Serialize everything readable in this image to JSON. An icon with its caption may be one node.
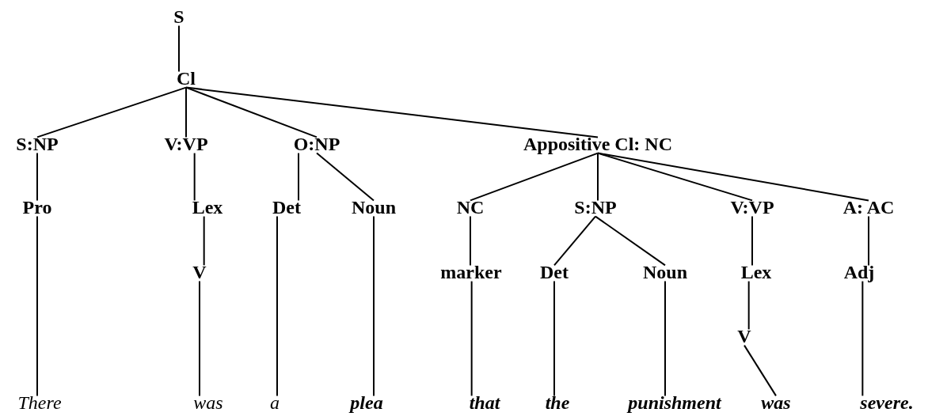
{
  "diagram": {
    "nodes": [
      {
        "text": [
          "S"
        ]
      },
      {
        "text": [
          "Cl"
        ]
      },
      {
        "text": [
          "S:NP"
        ]
      },
      {
        "text": [
          "V:VP"
        ]
      },
      {
        "text": [
          "O:NP"
        ]
      },
      {
        "text": [
          "Appositive Cl: NC"
        ]
      },
      {
        "text": [
          "Pro"
        ]
      },
      {
        "text": [
          "Lex"
        ]
      },
      {
        "text": [
          "Det"
        ]
      },
      {
        "text": [
          "Noun"
        ]
      },
      {
        "text": [
          "NC"
        ]
      },
      {
        "text": [
          "S:NP"
        ]
      },
      {
        "text": [
          "V:VP"
        ]
      },
      {
        "text": [
          "A: AC"
        ]
      },
      {
        "text": [
          "V"
        ]
      },
      {
        "text": [
          "marker"
        ]
      },
      {
        "text": [
          "Det"
        ]
      },
      {
        "text": [
          "Noun"
        ]
      },
      {
        "text": [
          "Lex"
        ]
      },
      {
        "text": [
          "Adj"
        ]
      },
      {
        "text": [
          "V"
        ]
      },
      {
        "text": [
          "There"
        ]
      },
      {
        "text": [
          "was"
        ]
      },
      {
        "text": [
          "a"
        ]
      },
      {
        "text": [
          "plea"
        ]
      },
      {
        "text": [
          "that"
        ]
      },
      {
        "text": [
          "the"
        ]
      },
      {
        "text": [
          "punishment"
        ]
      },
      {
        "text": [
          "was"
        ]
      },
      {
        "text": [
          "severe."
        ]
      }
    ],
    "edges": [
      {
        "from": 0,
        "to": 1,
        "arrow": "none"
      },
      {
        "from": 1,
        "to": 2,
        "arrow": "none"
      },
      {
        "from": 1,
        "to": 3,
        "arrow": "none"
      },
      {
        "from": 1,
        "to": 4,
        "arrow": "none"
      },
      {
        "from": 1,
        "to": 5,
        "arrow": "none"
      },
      {
        "from": 2,
        "to": 6,
        "arrow": "none"
      },
      {
        "from": 3,
        "to": 7,
        "arrow": "none"
      },
      {
        "from": 4,
        "to": 8,
        "arrow": "none"
      },
      {
        "from": 4,
        "to": 9,
        "arrow": "none"
      },
      {
        "from": 5,
        "to": 10,
        "arrow": "none"
      },
      {
        "from": 5,
        "to": 11,
        "arrow": "none"
      },
      {
        "from": 5,
        "to": 12,
        "arrow": "none"
      },
      {
        "from": 5,
        "to": 13,
        "arrow": "none"
      },
      {
        "from": 7,
        "to": 14,
        "arrow": "none"
      },
      {
        "from": 10,
        "to": 15,
        "arrow": "none"
      },
      {
        "from": 11,
        "to": 16,
        "arrow": "none"
      },
      {
        "from": 11,
        "to": 17,
        "arrow": "none"
      },
      {
        "from": 12,
        "to": 18,
        "arrow": "none"
      },
      {
        "from": 13,
        "to": 19,
        "arrow": "none"
      },
      {
        "from": 18,
        "to": 20,
        "arrow": "none"
      },
      {
        "from": 6,
        "to": 21,
        "arrow": "none"
      },
      {
        "from": 14,
        "to": 22,
        "arrow": "none"
      },
      {
        "from": 8,
        "to": 23,
        "arrow": "none"
      },
      {
        "from": 9,
        "to": 24,
        "arrow": "none"
      },
      {
        "from": 15,
        "to": 25,
        "arrow": "none"
      },
      {
        "from": 16,
        "to": 26,
        "arrow": "none"
      },
      {
        "from": 17,
        "to": 27,
        "arrow": "none"
      },
      {
        "from": 20,
        "to": 28,
        "arrow": "none"
      },
      {
        "from": 19,
        "to": 29,
        "arrow": "none"
      }
    ]
  }
}
